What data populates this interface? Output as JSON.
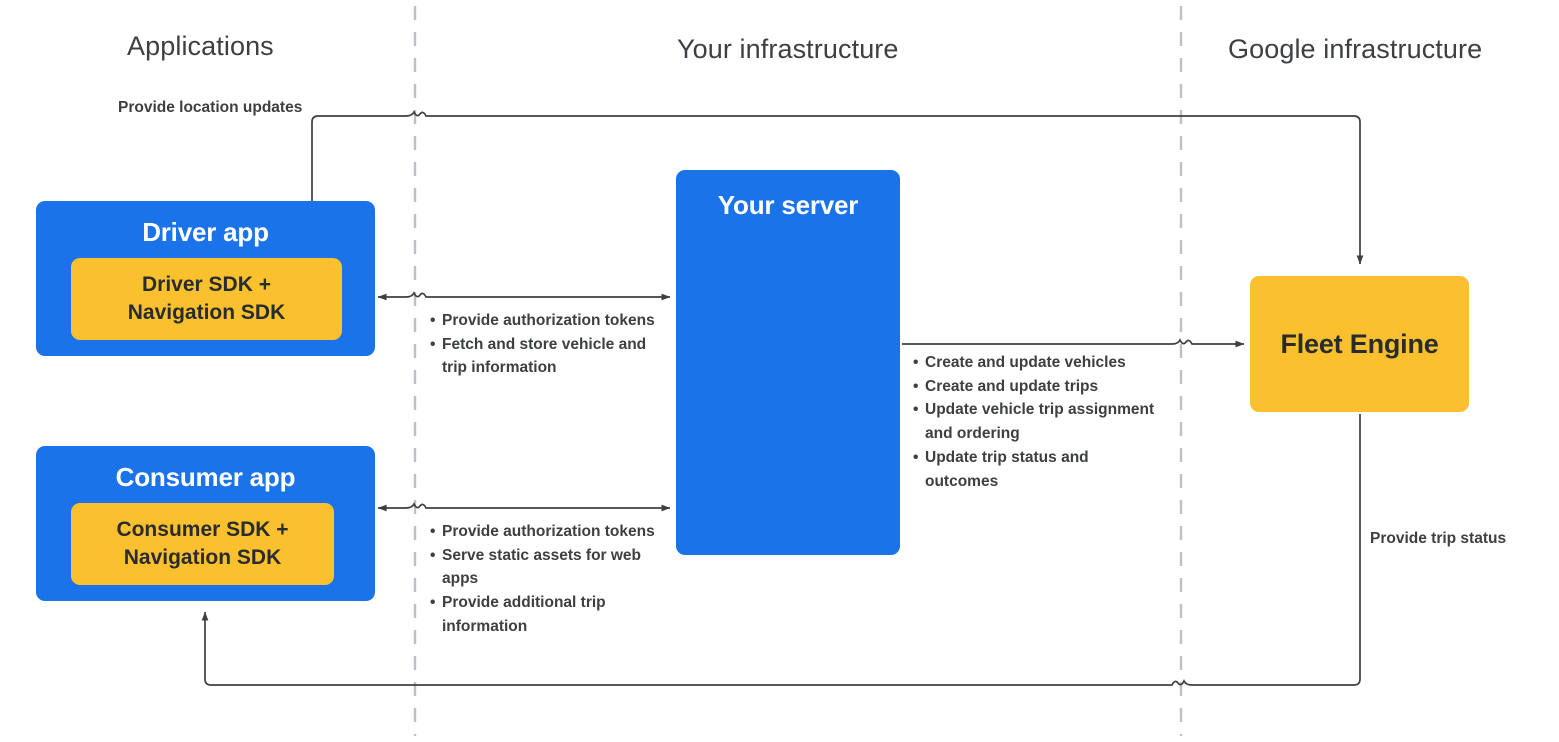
{
  "zones": {
    "applications": "Applications",
    "your_infrastructure": "Your infrastructure",
    "google_infrastructure": "Google infrastructure"
  },
  "nodes": {
    "driver_app": {
      "title": "Driver app",
      "sdk": "Driver SDK +\nNavigation SDK",
      "color": "#1a73e8",
      "sdk_color": "#fbc02d"
    },
    "consumer_app": {
      "title": "Consumer app",
      "sdk": "Consumer SDK +\nNavigation SDK",
      "color": "#1a73e8",
      "sdk_color": "#fbc02d"
    },
    "your_server": {
      "title": "Your server",
      "color": "#1a73e8"
    },
    "fleet_engine": {
      "title": "Fleet Engine",
      "color": "#fbc02d"
    }
  },
  "edge_labels": {
    "location_updates": "Provide location updates",
    "trip_status": "Provide trip status"
  },
  "edge_bullets": {
    "driver_to_server": [
      "Provide authorization tokens",
      "Fetch and store vehicle and trip information"
    ],
    "consumer_to_server": [
      "Provide authorization tokens",
      "Serve static assets for web apps",
      "Provide additional trip information"
    ],
    "server_to_fleet_engine": [
      "Create and update vehicles",
      "Create and update trips",
      "Update vehicle trip assignment and ordering",
      "Update trip status and outcomes"
    ]
  },
  "style": {
    "wire_color": "#3c4043",
    "divider_color": "#bdc1c6",
    "text_color": "#3c4043"
  }
}
